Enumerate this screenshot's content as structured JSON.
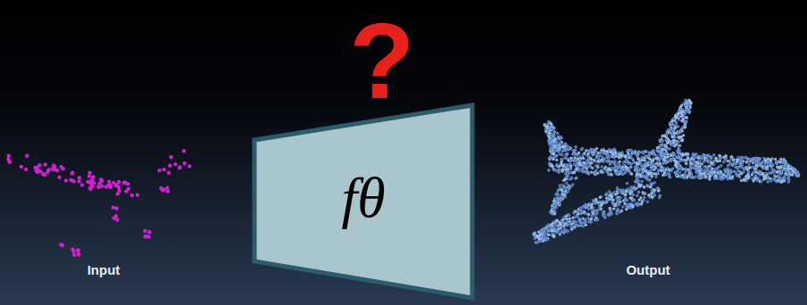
{
  "diagram": {
    "nodes": [
      {
        "text": [
          "fθ"
        ]
      }
    ],
    "labels": [
      "?",
      "Input",
      "Output"
    ]
  }
}
